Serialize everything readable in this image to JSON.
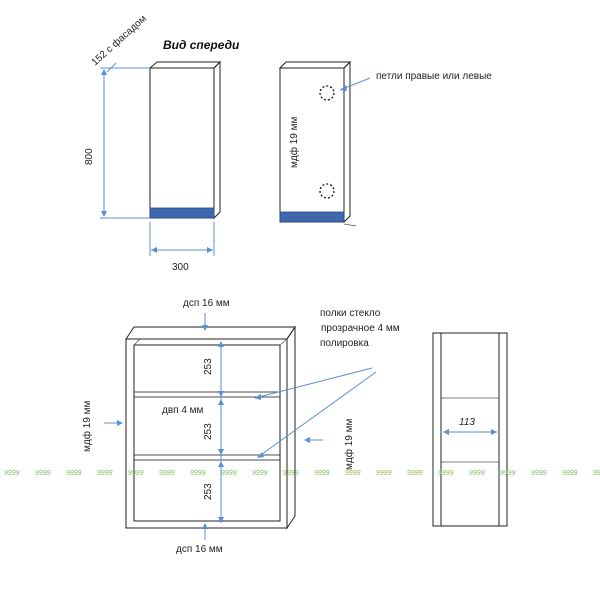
{
  "top_section": {
    "title": "Вид спереди",
    "depth_label": "152 с фасадом",
    "height_label": "800",
    "width_label": "300",
    "side_material": "мдф 19 мм",
    "hinges_note": "петли правые или левые"
  },
  "bottom_section": {
    "top_board": "дсп 16 мм",
    "bottom_board": "дсп 16 мм",
    "left_side": "мдф 19 мм",
    "right_side": "мдф 19 мм",
    "back_panel": "двп 4 мм",
    "shelves_note": [
      "полки стекло",
      "прозрачное 4 мм",
      "полировка"
    ],
    "shelf_gaps": [
      "253",
      "253",
      "253"
    ],
    "side_depth": "113",
    "watermark": "9999"
  },
  "colors": {
    "accent_blue": "#5b8fd6",
    "facade_blue": "#3f67b0",
    "watermark_green": "#7fbf5a"
  }
}
